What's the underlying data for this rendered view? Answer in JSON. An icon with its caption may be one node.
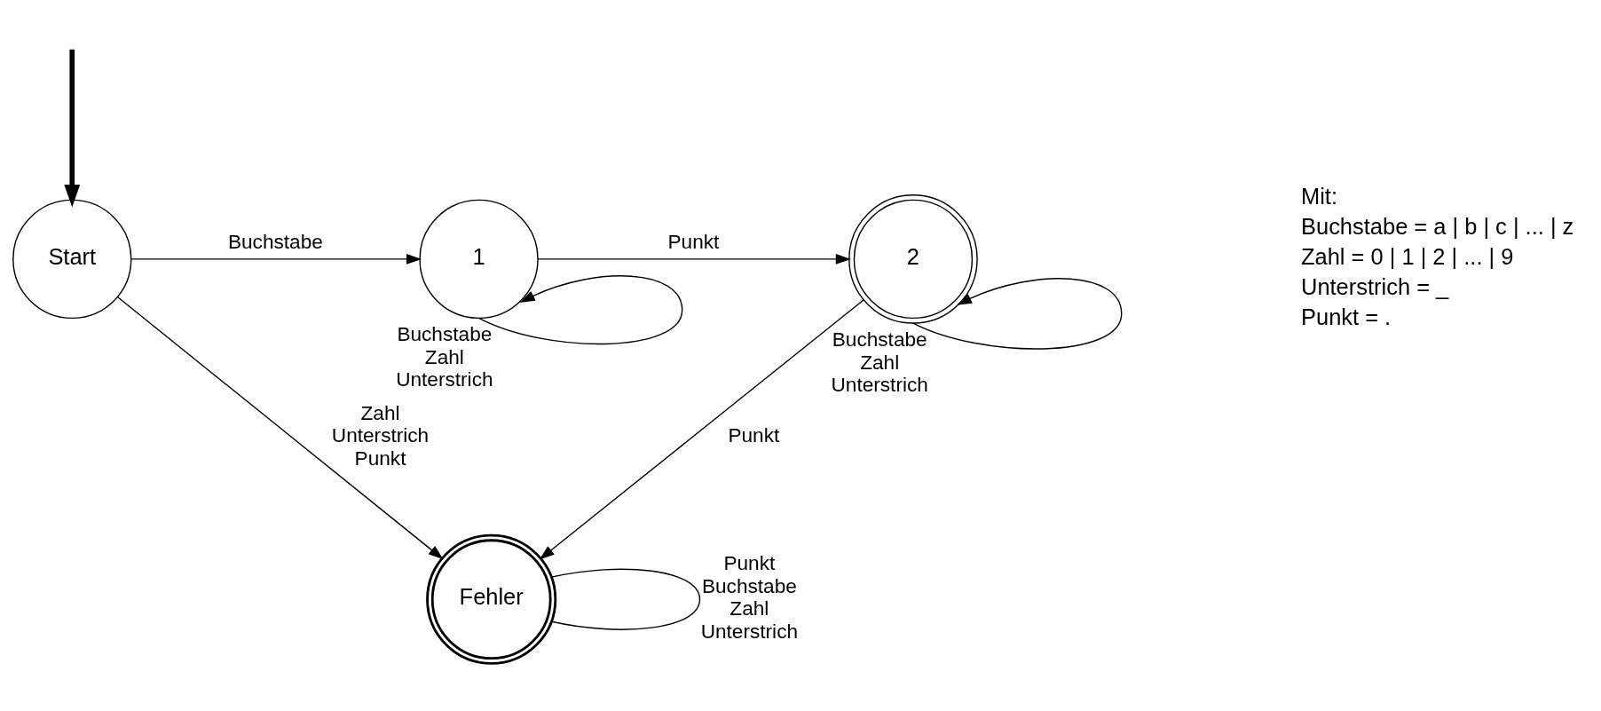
{
  "diagram": {
    "nodes": [
      {
        "text": [
          "Start"
        ]
      },
      {
        "text": [
          "1"
        ]
      },
      {
        "text": [
          "2"
        ]
      },
      {
        "text": [
          "Fehler"
        ]
      }
    ],
    "edges": [
      {
        "from": null,
        "to": 0,
        "arrow": "to",
        "style": "thick"
      },
      {
        "from": 0,
        "to": 1,
        "arrow": "to",
        "label": "Buchstabe"
      },
      {
        "from": 1,
        "to": 2,
        "arrow": "to",
        "label": "Punkt"
      },
      {
        "from": 1,
        "to": 1,
        "arrow": "to",
        "label": "Buchstabe Zahl Unterstrich"
      },
      {
        "from": 2,
        "to": 2,
        "arrow": "to",
        "label": "Buchstabe Zahl Unterstrich"
      },
      {
        "from": 0,
        "to": 3,
        "arrow": "to",
        "label": "Zahl Unterstrich Punkt"
      },
      {
        "from": 2,
        "to": 3,
        "arrow": "to",
        "label": "Punkt"
      },
      {
        "from": 3,
        "to": 3,
        "arrow": "none",
        "label": "Punkt Buchstabe Zahl Unterstrich"
      }
    ],
    "labels": [
      "Mit:",
      "Buchstabe = a | b | c | ... | z",
      "Zahl = 0 | 1 | 2 | ... | 9",
      "Unterstrich = _",
      "Punkt = ."
    ]
  }
}
